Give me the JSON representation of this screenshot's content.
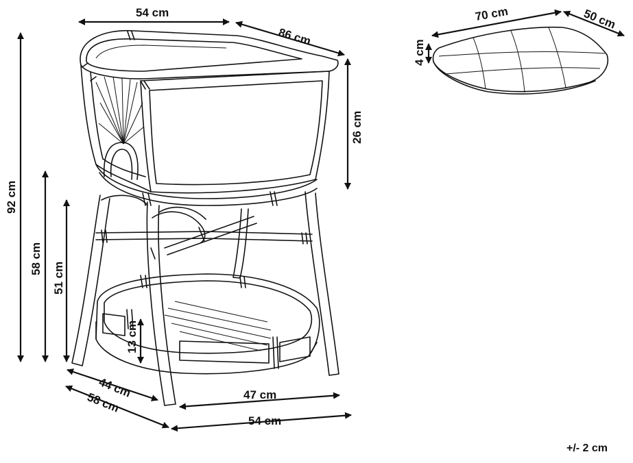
{
  "dimensions": {
    "top_width": "54 cm",
    "top_depth": "86 cm",
    "basket_height": "26 cm",
    "total_height": "92 cm",
    "height_58": "58 cm",
    "height_51": "51 cm",
    "shelf_height": "13 cm",
    "base_depth_inner": "44 cm",
    "base_depth_outer": "58 cm",
    "base_width_inner": "47 cm",
    "base_width_outer": "54 cm"
  },
  "cushion": {
    "width": "70 cm",
    "depth": "50 cm",
    "thickness": "4 cm"
  },
  "tolerance_note": "+/- 2 cm"
}
